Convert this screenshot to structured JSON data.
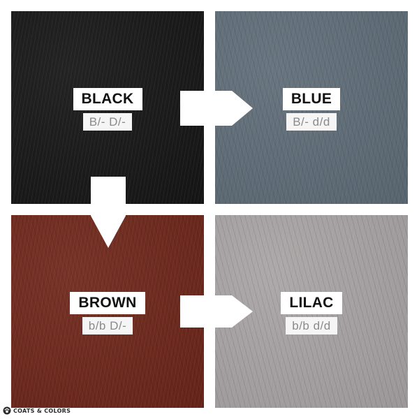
{
  "tiles": {
    "black": {
      "name": "BLACK",
      "genotype": "B/- D/-",
      "color": "#161616"
    },
    "blue": {
      "name": "BLUE",
      "genotype": "B/- d/d",
      "color": "#5f6d78"
    },
    "brown": {
      "name": "BROWN",
      "genotype": "b/b D/-",
      "color": "#6e2619"
    },
    "lilac": {
      "name": "LILAC",
      "genotype": "b/b d/d",
      "color": "#a8a3a4"
    }
  },
  "arrows": [
    "right-arrow",
    "down-arrow",
    "right-arrow"
  ],
  "logo": {
    "text": "COATS & COLORS",
    "icon": "paw-icon"
  }
}
